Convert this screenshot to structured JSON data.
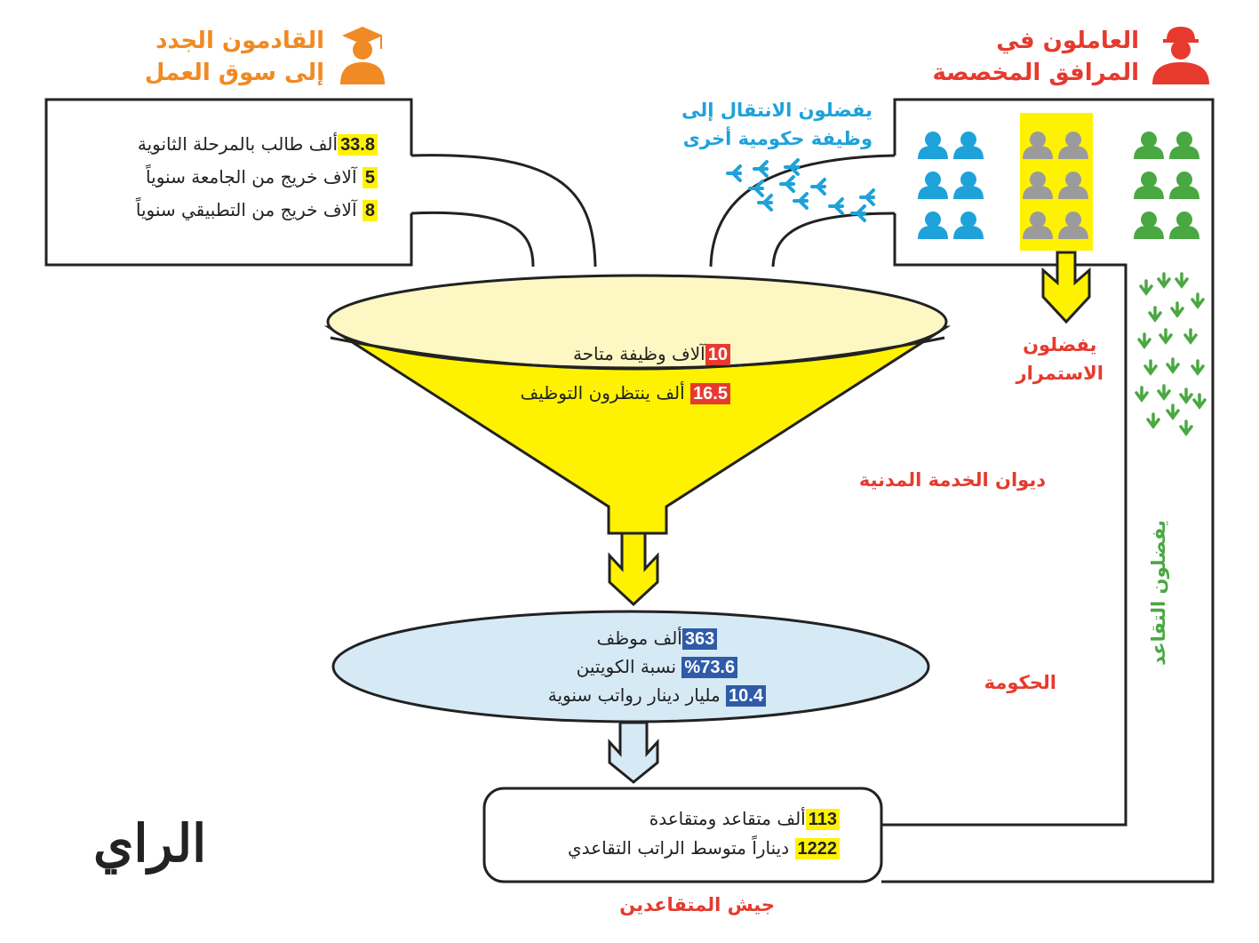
{
  "newcomers": {
    "title_line1": "القادمون الجدد",
    "title_line2": "إلى سوق العمل",
    "icon": "graduate-icon",
    "color": "#f08a24",
    "items": [
      {
        "num": "33.8",
        "text": "ألف طالب بالمرحلة الثانوية"
      },
      {
        "num": "5",
        "text": "آلاف خريج من الجامعة سنوياً"
      },
      {
        "num": "8",
        "text": "آلاف خريج من التطبيقي سنوياً"
      }
    ]
  },
  "workers": {
    "title_line1": "العاملون في",
    "title_line2": "المرافق المخصصة",
    "icon": "worker-helmet-icon",
    "color": "#e63a2e"
  },
  "transfer_label": {
    "line1": "يفضلون الانتقال إلى",
    "line2": "وظيفة حكومية أخرى",
    "color": "#1ea2d9"
  },
  "stay_label": {
    "line1": "يفضلون",
    "line2": "الاستمرار"
  },
  "retire_label": "يفضلون التقاعد",
  "funnel": {
    "items": [
      {
        "num": "10",
        "text": "آلاف وظيفة متاحة"
      },
      {
        "num": "16.5",
        "text": "ألف ينتظرون التوظيف"
      }
    ],
    "label": "ديوان الخدمة المدنية"
  },
  "government": {
    "items": [
      {
        "num": "363",
        "text": "ألف موظف"
      },
      {
        "num": "%73.6",
        "text": "نسبة الكويتين"
      },
      {
        "num": "10.4",
        "text": "مليار دينار رواتب سنوية"
      }
    ],
    "label": "الحكومة"
  },
  "retirees": {
    "items": [
      {
        "num": "113",
        "text": "ألف متقاعد ومتقاعدة"
      },
      {
        "num": "1222",
        "text": "ديناراً متوسط الراتب التقاعدي"
      }
    ],
    "label": "جيش المتقاعدين"
  },
  "logo": "الراي",
  "colors": {
    "yellow": "#fff200",
    "funnel_top": "#fdf7c3",
    "gov_fill": "#d6eaf6",
    "blue_people": "#1ea2d9",
    "gray_people": "#9b9b9b",
    "green_people": "#4aa842",
    "red": "#e63a2e"
  }
}
